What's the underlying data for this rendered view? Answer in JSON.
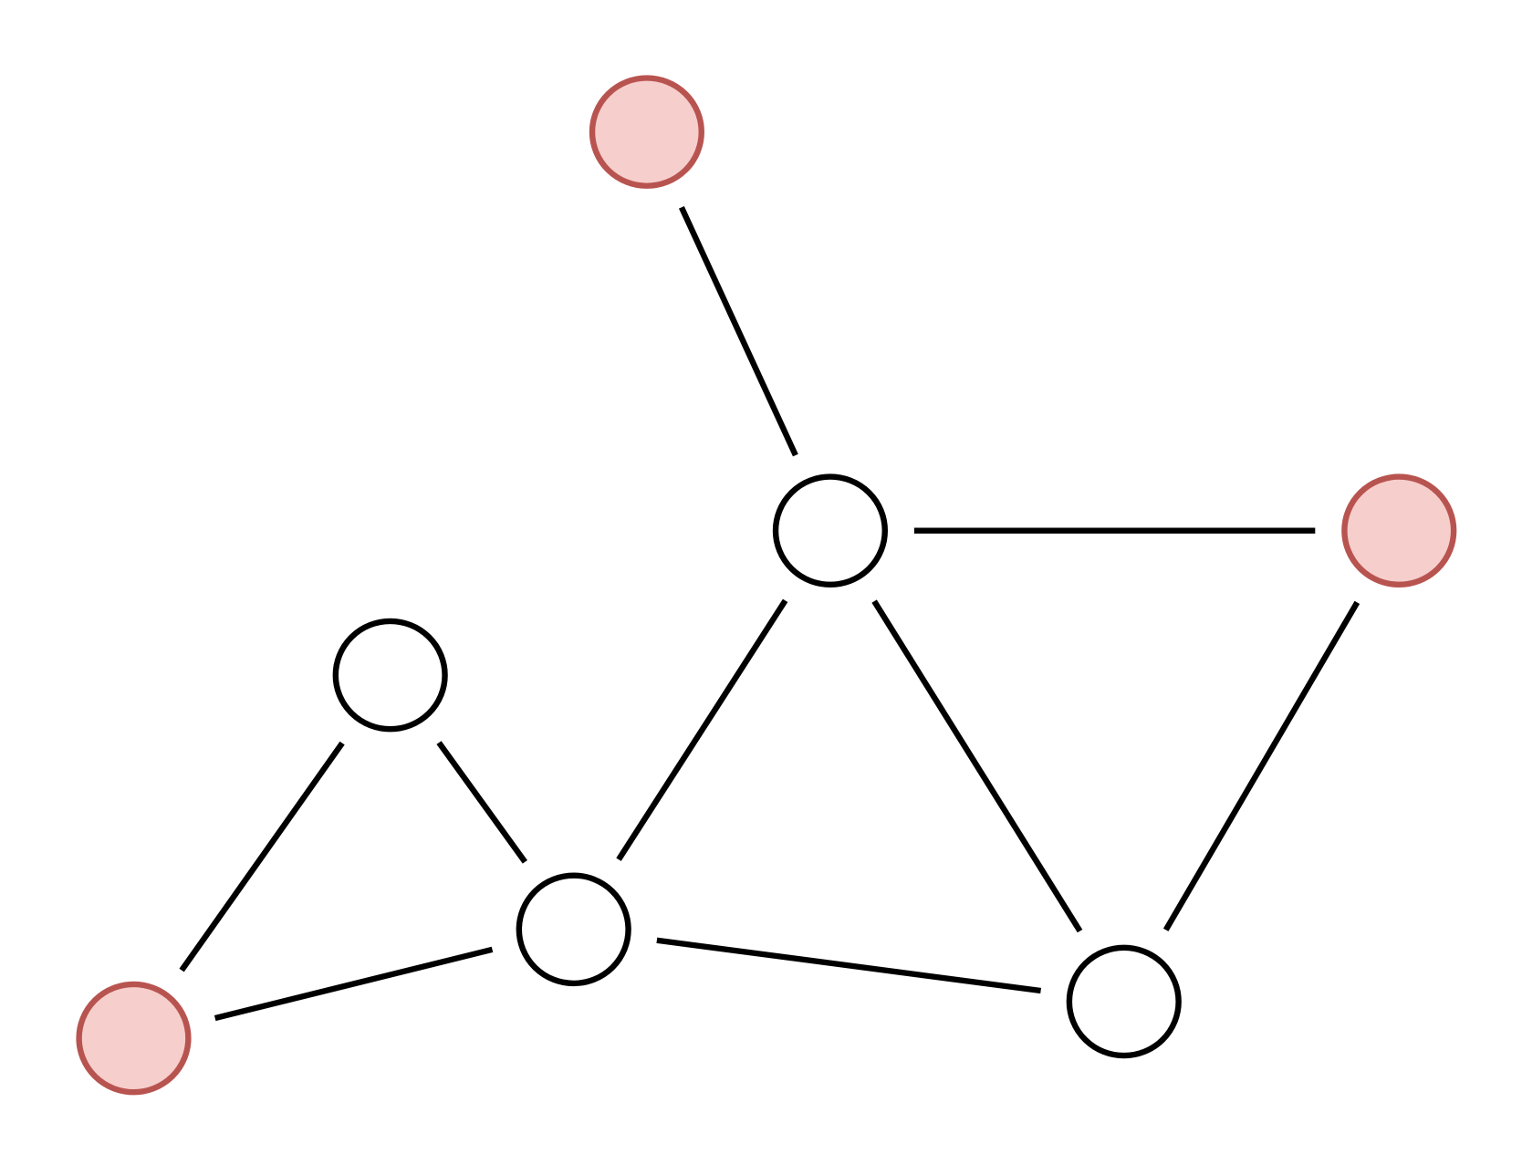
{
  "graph": {
    "colors": {
      "highlight_fill": "#f6cecc",
      "highlight_stroke": "#b85450",
      "default_fill": "#ffffff",
      "default_stroke": "#000000",
      "edge": "#000000"
    },
    "nodes": [
      {
        "id": "n1",
        "highlighted": true
      },
      {
        "id": "n2",
        "highlighted": false
      },
      {
        "id": "n3",
        "highlighted": true
      },
      {
        "id": "n4",
        "highlighted": false
      },
      {
        "id": "n5",
        "highlighted": false
      },
      {
        "id": "n6",
        "highlighted": false
      },
      {
        "id": "n7",
        "highlighted": true
      }
    ],
    "edges": [
      [
        "n1",
        "n2"
      ],
      [
        "n2",
        "n3"
      ],
      [
        "n2",
        "n5"
      ],
      [
        "n2",
        "n6"
      ],
      [
        "n3",
        "n6"
      ],
      [
        "n4",
        "n5"
      ],
      [
        "n4",
        "n7"
      ],
      [
        "n5",
        "n7"
      ],
      [
        "n5",
        "n6"
      ]
    ]
  }
}
